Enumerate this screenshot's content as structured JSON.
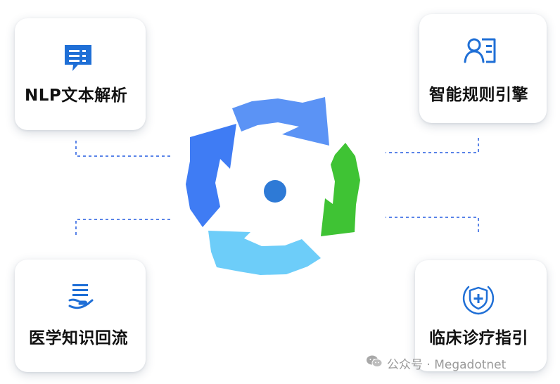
{
  "nodes": {
    "top_left": {
      "label": "NLP文本解析",
      "icon": "chat-message-icon"
    },
    "top_right": {
      "label": "智能规则引擎",
      "icon": "user-list-icon"
    },
    "bottom_left": {
      "label": "医学知识回流",
      "icon": "hand-document-icon"
    },
    "bottom_right": {
      "label": "临床诊疗指引",
      "icon": "shield-plus-icon"
    }
  },
  "colors": {
    "arrow_top": "#5b93f5",
    "arrow_right": "#3fc334",
    "arrow_bottom": "#6dcdf9",
    "arrow_left": "#3f7cf4",
    "center_dot": "#2e7ad6",
    "icon_blue": "#1f6fd6",
    "connector": "#5a84e8"
  },
  "watermark": {
    "text": "公众号 · Megadotnet",
    "icon": "wechat-icon"
  }
}
